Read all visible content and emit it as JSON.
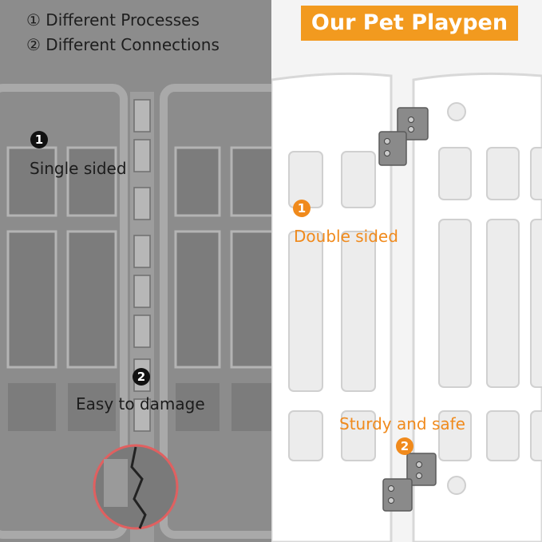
{
  "legend": {
    "line1": "① Different Processes",
    "line2": "② Different Connections"
  },
  "title": "Our Pet Playpen",
  "left_side": {
    "badge1": "1",
    "label1": "Single sided",
    "badge2": "2",
    "label2": "Easy to damage"
  },
  "right_side": {
    "badge1": "1",
    "label1": "Double sided",
    "badge2": "2",
    "label2": "Sturdy and safe"
  },
  "colors": {
    "accent_orange": "#f29a1f",
    "left_bg": "#8e8e8e",
    "right_bg": "#f4f4f4",
    "hinge": "#8a8a8a",
    "zoom_ring": "#e06060"
  },
  "icons": [
    "number-1-badge",
    "number-2-badge",
    "hinge-bracket",
    "zoom-circle"
  ]
}
